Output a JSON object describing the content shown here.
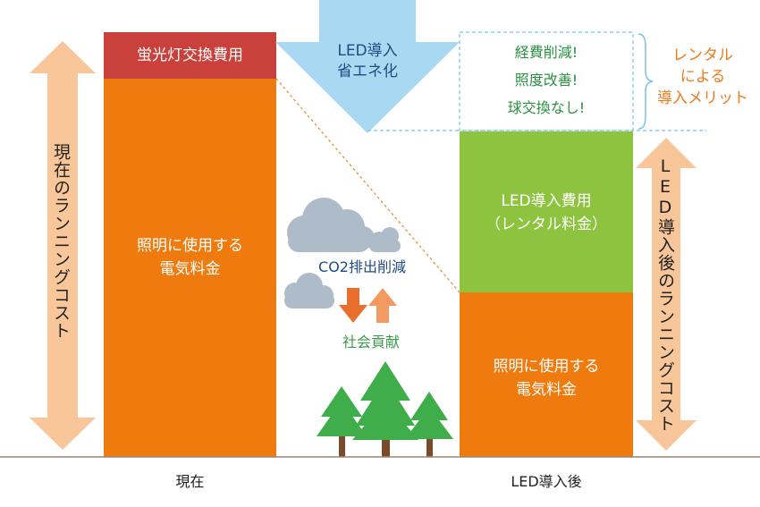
{
  "left_axis_label": "現在のランニングコスト",
  "right_axis_label": "LED導入後のランニングコスト",
  "current": {
    "fluorescent_cost": "蛍光灯交換費用",
    "electricity_line1": "照明に使用する",
    "electricity_line2": "電気料金",
    "bottom_label": "現在"
  },
  "after": {
    "led_cost_line1": "LED導入費用",
    "led_cost_line2": "（レンタル料金）",
    "electricity_line1": "照明に使用する",
    "electricity_line2": "電気料金",
    "bottom_label": "LED導入後"
  },
  "arrow_line1": "LED導入",
  "arrow_line2": "省エネ化",
  "benefits": [
    "経費削減!",
    "照度改善!",
    "球交換なし!"
  ],
  "merit_line1": "レンタル",
  "merit_line2": "による",
  "merit_line3": "導入メリット",
  "co2_label": "CO2排出削減",
  "social_label": "社会貢献",
  "colors": {
    "orange": "#EF7A0E",
    "red": "#C9413A",
    "green": "#8DC33F",
    "peach": "#F8C699",
    "sky": "#A9D8F2",
    "navy": "#1F4C82",
    "forest_green": "#3B9A4A",
    "merit_orange": "#EE7A1B",
    "benefit_green": "#2A9142"
  }
}
